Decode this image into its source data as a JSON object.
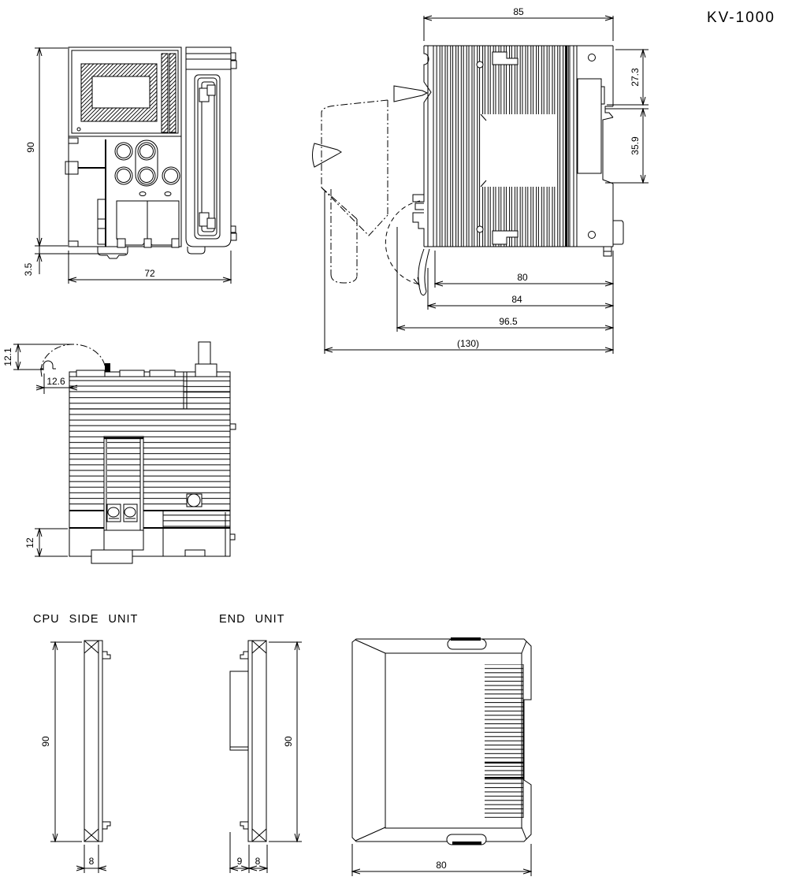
{
  "title": "KV-1000",
  "style": {
    "line_color": "#000000",
    "background": "#ffffff"
  },
  "views": {
    "front": {
      "dim_height": "90",
      "dim_rail_offset": "3.5",
      "dim_width": "72"
    },
    "side": {
      "dim_top_width": "85",
      "dim_din_upper": "27.3",
      "dim_din_slot": "35.9",
      "dim_body_depth": "80",
      "dim_flange_depth": "84",
      "dim_hinge_depth": "96.5",
      "dim_overall_depth": "(130)"
    },
    "top": {
      "dim_cover_rise": "12.1",
      "dim_cover_overhang": "12.6",
      "dim_base_height": "12"
    },
    "cpu_side_unit": {
      "label": "CPU SIDE UNIT",
      "dim_height": "90",
      "dim_thickness": "8"
    },
    "end_unit": {
      "label": "END UNIT",
      "dim_height": "90",
      "dim_connector_depth": "9",
      "dim_thickness": "8",
      "dim_face_width": "80"
    }
  }
}
